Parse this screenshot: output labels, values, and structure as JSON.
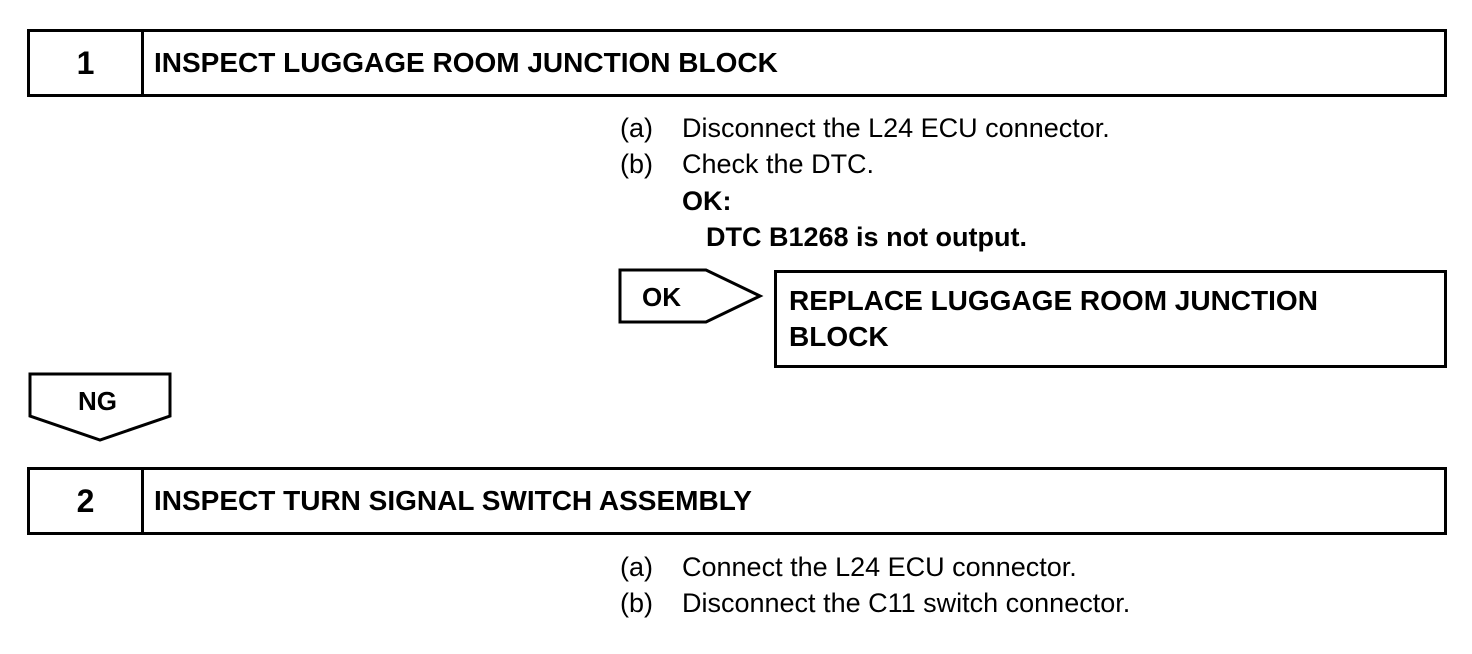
{
  "step1": {
    "number": "1",
    "title": "INSPECT LUGGAGE ROOM JUNCTION BLOCK",
    "instructions": [
      {
        "label": "(a)",
        "text": "Disconnect the L24 ECU connector."
      },
      {
        "label": "(b)",
        "text": "Check the DTC."
      }
    ],
    "ok_heading": "OK:",
    "ok_condition": "DTC B1268 is not output."
  },
  "ok_branch": {
    "label": "OK",
    "result_line1": "REPLACE LUGGAGE ROOM JUNCTION",
    "result_line2": "BLOCK"
  },
  "ng_branch": {
    "label": "NG"
  },
  "step2": {
    "number": "2",
    "title": "INSPECT TURN SIGNAL SWITCH ASSEMBLY",
    "instructions": [
      {
        "label": "(a)",
        "text": "Connect the L24 ECU connector."
      },
      {
        "label": "(b)",
        "text": "Disconnect the C11 switch connector."
      }
    ]
  }
}
